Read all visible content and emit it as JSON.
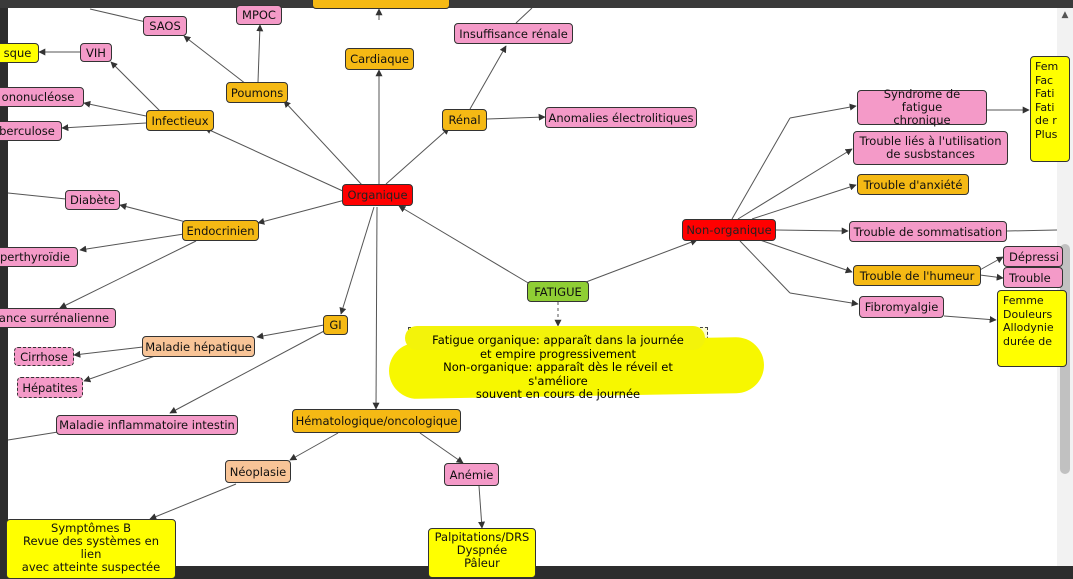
{
  "nodes": {
    "fatigue": "FATIGUE",
    "organique": "Organique",
    "non_organique": "Non-organique",
    "cardiaque": "Cardiaque",
    "poumons": "Poumons",
    "mpoc": "MPOC",
    "saos": "SAOS",
    "infectieux": "Infectieux",
    "vih": "VIH",
    "infectieux_risque": "sque",
    "mononucleose": "ononucléose",
    "tuberculose": "berculose",
    "renal": "Rénal",
    "insuffisance_renale": "Insuffisance rénale",
    "anomalies": "Anomalies électrolitiques",
    "endocrinien": "Endocrinien",
    "diabete": "Diabète",
    "hyperthyroidie": "perthyroïdie",
    "insuffisance_surrenalienne": "ance surrénalienne",
    "gi": "GI",
    "maladie_hepatique": "Maladie hépatique",
    "cirrhose": "Cirrhose",
    "hepatites": "Hépatites",
    "mici": "Maladie inflammatoire intestin",
    "hemato": "Hématologique/oncologique",
    "neoplasie": "Néoplasie",
    "anemie": "Anémie",
    "syndrome_fatigue": [
      "Syndrome de fatigue",
      "chronique"
    ],
    "trouble_substances": [
      "Trouble liés à l'utilisation",
      "de susbstances"
    ],
    "trouble_anxiete": "Trouble d'anxiété",
    "trouble_sommatisation": "Trouble de sommatisation",
    "trouble_humeur": "Trouble de l'humeur",
    "depression": "Dépressi",
    "trouble_right": "Trouble",
    "fibromyalgie": "Fibromyalgie"
  },
  "notes": {
    "fatigue_note": [
      "Fatigue organique: apparaît dans la journée",
      "et empire progressivement",
      "Non-organique: apparaît dès le réveil et s'améliore",
      "souvent en cours de journée"
    ],
    "symptomes_b": [
      "Symptômes B",
      "Revue des systèmes en lien",
      "avec atteinte suspectée"
    ],
    "anemie_details": [
      "Palpitations/DRS",
      "Dyspnée",
      "Pâleur"
    ],
    "syndrome_details": [
      "Fem",
      "Fac",
      "Fati",
      "Fati",
      "de r",
      "Plus"
    ],
    "fibro_details": [
      "Femme",
      "Douleurs",
      "Allodynie",
      "durée de"
    ]
  },
  "colors": {
    "root": "#8fce34",
    "main_branch": "#ff0000",
    "category": "#f5b914",
    "leaf": "#f49ac8",
    "sub_category": "#f8c497",
    "detail": "#ffff00"
  }
}
